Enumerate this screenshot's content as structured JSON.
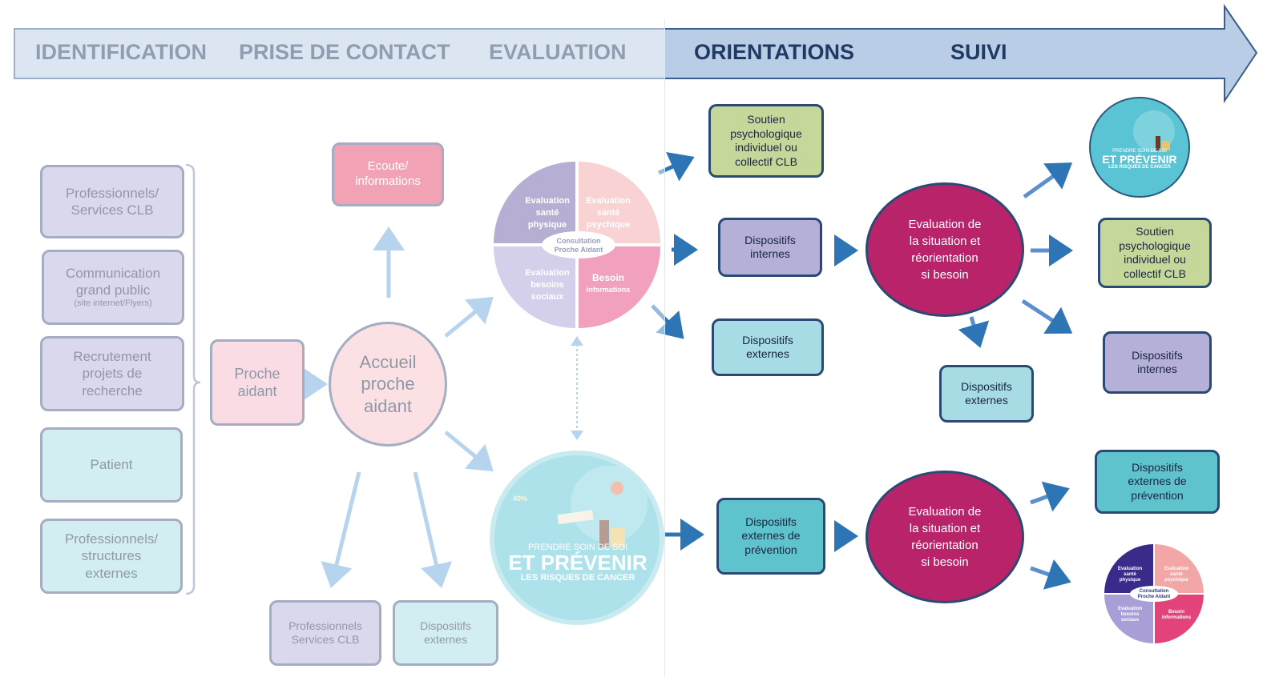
{
  "stages": {
    "identification": "IDENTIFICATION",
    "prise_contact": "PRISE DE CONTACT",
    "evaluation": "EVALUATION",
    "orientations": "ORIENTATIONS",
    "suivi": "SUIVI"
  },
  "sources": {
    "pro_clb": [
      "Professionnels/",
      "Services CLB"
    ],
    "communication": [
      "Communication",
      "grand public"
    ],
    "communication_sub": "(site internet/Flyers)",
    "recrutement": [
      "Recrutement",
      "projets de",
      "recherche"
    ],
    "patient": "Patient",
    "pro_ext": [
      "Professionnels/",
      "structures",
      "externes"
    ]
  },
  "proche_aidant": [
    "Proche",
    "aidant"
  ],
  "accueil": [
    "Accueil",
    "proche",
    "aidant"
  ],
  "ecoute": [
    "Ecoute/",
    "informations"
  ],
  "bottom": {
    "pro_services": [
      "Professionnels",
      "Services CLB"
    ],
    "dispositifs_ext": [
      "Dispositifs",
      "externes"
    ]
  },
  "consultation_wheel": {
    "q1": [
      "Evaluation",
      "santé",
      "physique"
    ],
    "q2": [
      "Evaluation",
      "santé",
      "psychique"
    ],
    "q3": [
      "Evaluation",
      "besoins",
      "sociaux"
    ],
    "q4": [
      "Besoin",
      "informations"
    ],
    "center": [
      "Consultation",
      "Proche Aidant"
    ]
  },
  "prevention_badge": {
    "pct": "40%",
    "line1": "PRENDRE SOIN DE SOI",
    "line2": "ET PRÉVENIR",
    "line3": "LES RISQUES DE CANCER"
  },
  "orientations": {
    "soutien": [
      "Soutien",
      "psychologique",
      "individuel ou",
      "collectif CLB"
    ],
    "internes": [
      "Dispositifs",
      "internes"
    ],
    "externes": [
      "Dispositifs",
      "externes"
    ],
    "prevention": [
      "Dispositifs",
      "externes de",
      "prévention"
    ]
  },
  "reorientation": [
    "Evaluation  de",
    "la situation et",
    "réorientation",
    "si besoin"
  ],
  "suivi": {
    "soutien": [
      "Soutien",
      "psychologique",
      "individuel ou",
      "collectif CLB"
    ],
    "internes": [
      "Dispositifs",
      "internes"
    ],
    "externes": [
      "Dispositifs",
      "externes"
    ],
    "prevention": [
      "Dispositifs",
      "externes de",
      "prévention"
    ]
  },
  "colors": {
    "band": "#b9cde6",
    "band_border": "#3a5d8f",
    "stage_text": "#1f3b63",
    "lavender": "#b5b0d8",
    "light_blue": "#a7dce4",
    "pink": "#f2b8c8",
    "green": "#c5d89a",
    "teal": "#5ec3cc",
    "magenta": "#b8236a",
    "arrow": "#2e75b6",
    "box_border": "#2b4a73"
  }
}
